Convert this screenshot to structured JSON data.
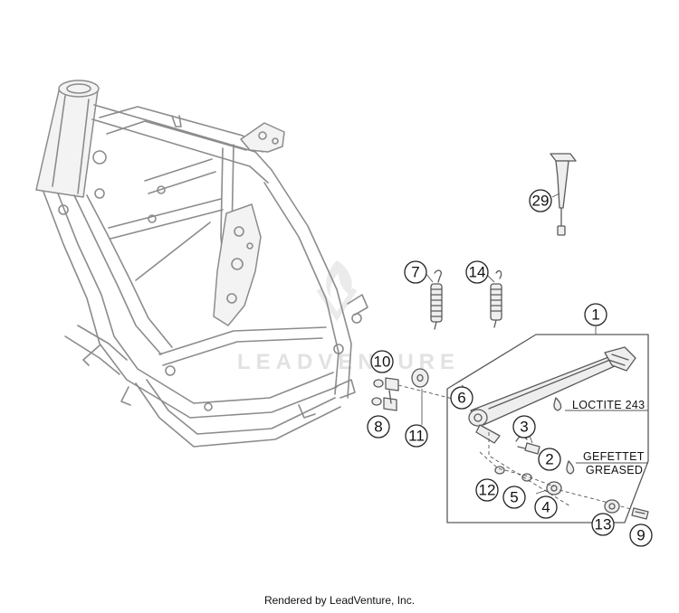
{
  "callouts": {
    "c1": "1",
    "c2": "2",
    "c3": "3",
    "c4": "4",
    "c5": "5",
    "c6": "6",
    "c7": "7",
    "c8": "8",
    "c9": "9",
    "c10": "10",
    "c11": "11",
    "c12": "12",
    "c13": "13",
    "c14": "14",
    "c29": "29"
  },
  "notes": {
    "loctite": "LOCTITE 243",
    "greased_de": "GEFETTET",
    "greased_en": "GREASED"
  },
  "watermark": {
    "text": "LEADVENTURE"
  },
  "footer": {
    "credit": "Rendered by LeadVenture, Inc."
  }
}
